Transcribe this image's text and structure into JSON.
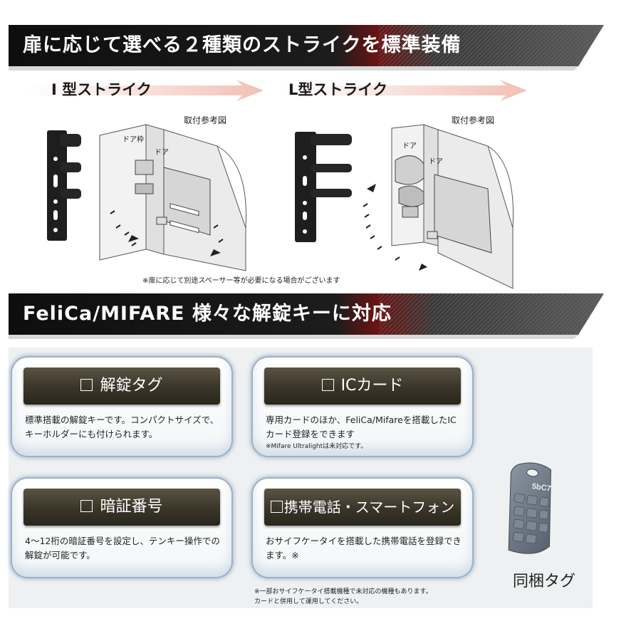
{
  "section1": {
    "title": "扉に応じて選べる２種類のストライクを標準装備",
    "strikes": [
      {
        "name": "I 型ストライク",
        "ref_label": "取付参考図",
        "frame_label": "ドア枠",
        "door_label": "ドア"
      },
      {
        "name": "L型ストライク",
        "ref_label": "取付参考図",
        "frame_label": "ドア",
        "door_label": "ドア"
      }
    ],
    "note": "※扉に応じて別途スペーサー等が必要になる場合がございます"
  },
  "section2": {
    "title": "FeliCa/MIFARE  様々な解錠キーに対応",
    "cards": [
      {
        "title": "解錠タグ",
        "body": "標準搭載の解錠キーです。コンパクトサイズで、キーホルダーにも付けられます。",
        "note": ""
      },
      {
        "title": "ICカード",
        "body": "専用カードのほか、FeliCa/Mifareを搭載したICカード登録をできます",
        "note": "※Mifare Ultralightは未対応です。"
      },
      {
        "title": "暗証番号",
        "body": "4～12桁の暗証番号を設定し、テンキー操作での解錠が可能です。",
        "note": ""
      },
      {
        "title": "携帯電話・スマートフォン",
        "body": "おサイフケータイを搭載した携帯電話を登録できます。※",
        "note": ""
      }
    ],
    "footnote_line1": "※一部おサイフケータイ搭載機種で未対応の機種もあります。",
    "footnote_line2": "カードと併用して運用してください。",
    "tag_caption": "同梱タグ",
    "tag_logo": "5bC7"
  },
  "colors": {
    "banner_dark": "#141414",
    "banner_red": "#8a1a1a",
    "arrow_band": "#f2c9c0",
    "card_head": "#3a3528",
    "card_border": "#9fb1c4",
    "tag_gray": "#6c7784"
  }
}
